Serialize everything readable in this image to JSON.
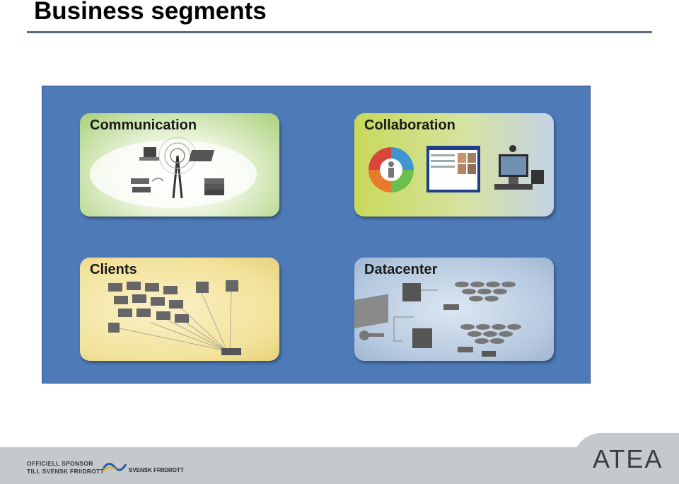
{
  "slide": {
    "title": "Business segments"
  },
  "segments": {
    "communication": {
      "label": "Communication"
    },
    "collaboration": {
      "label": "Collaboration"
    },
    "clients": {
      "label": "Clients"
    },
    "datacenter": {
      "label": "Datacenter"
    }
  },
  "footer": {
    "sponsor_line_1": "OFFICIELL SPONSOR",
    "sponsor_line_2": "TILL SVENSK FRIIDROTT",
    "sponsor_logo_text": "SVENSK FRIIDROTT",
    "brand": "ATEA"
  },
  "colors": {
    "panel": "#4e7ab7",
    "communication": "#a9d07a",
    "collaboration": "#c8d95a",
    "clients": "#f2e29a",
    "datacenter": "#b6c9df",
    "footer": "#c5c9cc"
  },
  "icons": [
    "network-cloud-icon",
    "puzzle-cycle-icon",
    "video-conference-icon",
    "computers-network-icon",
    "server-storage-icon",
    "key-icon"
  ]
}
